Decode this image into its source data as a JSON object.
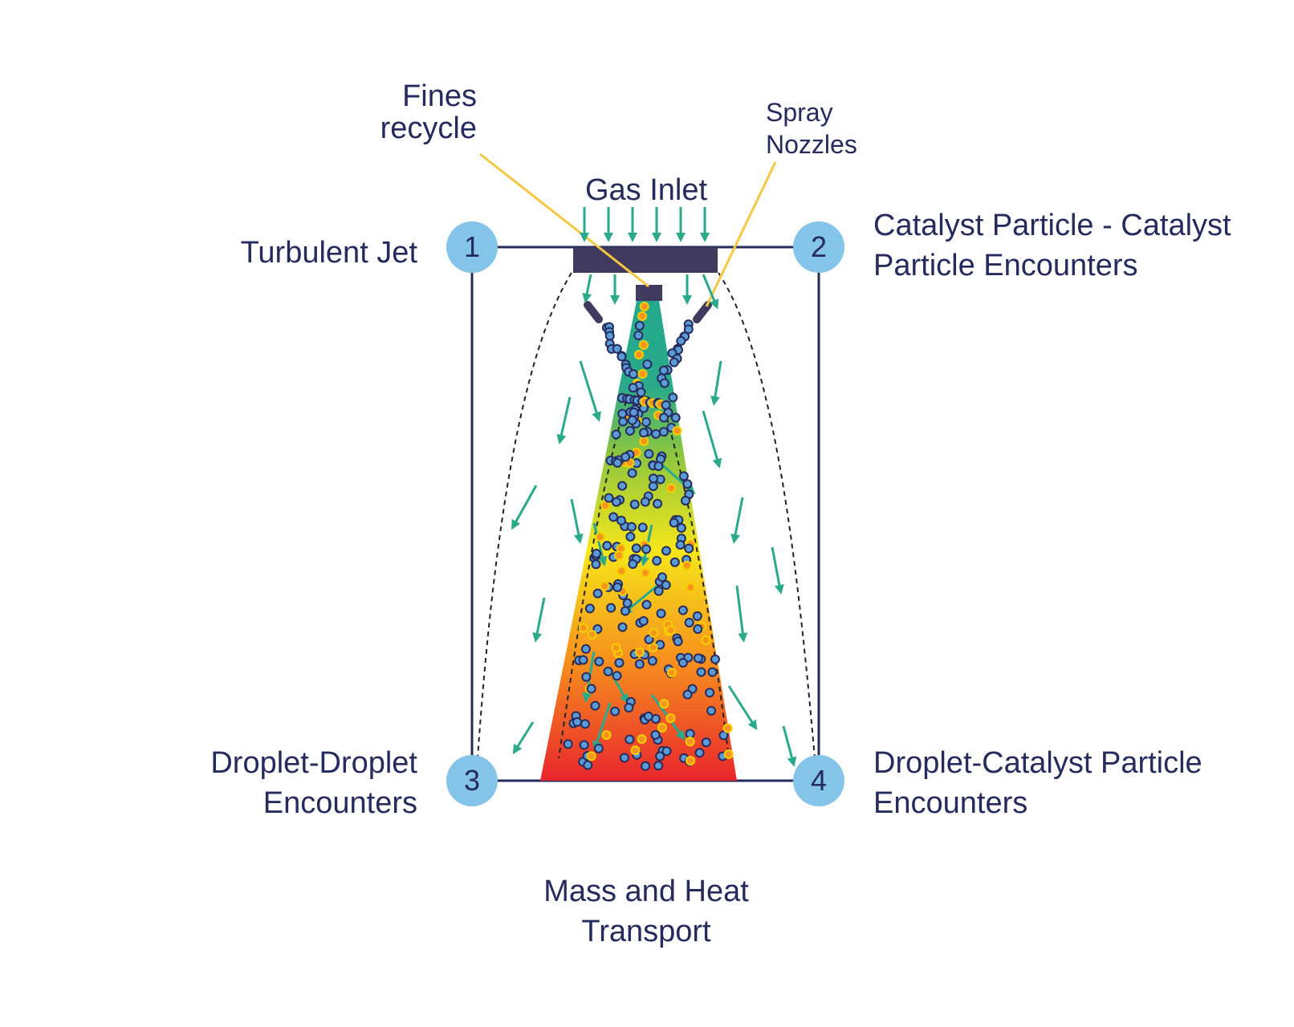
{
  "labels": {
    "fines_recycle": [
      "Fines",
      "recycle"
    ],
    "spray_nozzles": [
      "Spray",
      "Nozzles"
    ],
    "gas_inlet": "Gas Inlet",
    "turbulent_jet": "Turbulent Jet",
    "catalyst_catalyst": [
      "Catalyst Particle - Catalyst",
      "Particle Encounters"
    ],
    "droplet_droplet": [
      "Droplet-Droplet",
      "Encounters"
    ],
    "droplet_catalyst": [
      "Droplet-Catalyst Particle",
      "Encounters"
    ],
    "mass_heat": [
      "Mass and Heat",
      "Transport"
    ]
  },
  "markers": [
    "1",
    "2",
    "3",
    "4"
  ],
  "colors": {
    "text": "#262b5e",
    "marker": "#84c4e8",
    "arrow": "#2aaa8a",
    "leader": "#f5c842",
    "droplet_fill": "#5b9bd5",
    "droplet_stroke": "#262b5e",
    "particle_fill": "#f7941d",
    "particle_stroke": "#f5d000",
    "gradient": [
      "#24a88c",
      "#f5e61a",
      "#f7941d",
      "#e8262d"
    ]
  }
}
